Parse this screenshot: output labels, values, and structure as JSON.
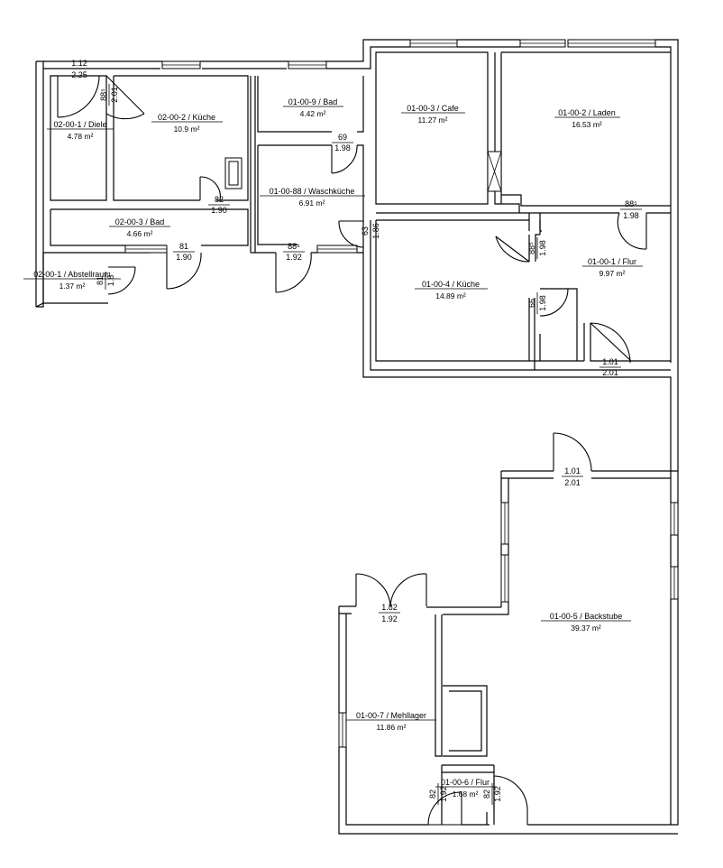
{
  "rooms": [
    {
      "name": "02-00-1 / Diele",
      "area": "4.78 m²"
    },
    {
      "name": "02-00-2 / Küche",
      "area": "10.9 m²"
    },
    {
      "name": "01-00-9 / Bad",
      "area": "4.42 m²"
    },
    {
      "name": "01-00-88 / Waschküche",
      "area": "6.91 m²"
    },
    {
      "name": "02-00-3 / Bad",
      "area": "4.66 m²"
    },
    {
      "name": "02-00-1 / Abstellraum",
      "area": "1.37 m²"
    },
    {
      "name": "01-00-3 / Cafe",
      "area": "11.27 m²"
    },
    {
      "name": "01-00-2 / Laden",
      "area": "16.53 m²"
    },
    {
      "name": "01-00-4 / Küche",
      "area": "14.89 m²"
    },
    {
      "name": "01-00-1 / Flur",
      "area": "9.97 m²"
    },
    {
      "name": "01-00-5 / Backstube",
      "area": "39.37 m²"
    },
    {
      "name": "01-00-7 / Mehllager",
      "area": "11.86 m²"
    },
    {
      "name": "01-00-6 / Flur",
      "area": "1.68 m²"
    }
  ],
  "door_dims": [
    {
      "w": "1.12",
      "h": "2.25"
    },
    {
      "w": "88⁵",
      "h": "2.01"
    },
    {
      "w": "69",
      "h": "1.98"
    },
    {
      "w": "82",
      "h": "1.90"
    },
    {
      "w": "81",
      "h": "1.90"
    },
    {
      "w": "88⁶",
      "h": "1.92"
    },
    {
      "w": "63",
      "h": "1.86"
    },
    {
      "w": "88⁵",
      "h": "1.98"
    },
    {
      "w": "88⁵",
      "h": "1.98"
    },
    {
      "w": "66",
      "h": "1.98"
    },
    {
      "w": "1.01",
      "h": "2.01"
    },
    {
      "w": "1.01",
      "h": "2.01"
    },
    {
      "w": "1.82",
      "h": "1.92"
    },
    {
      "w": "82",
      "h": "1.92"
    },
    {
      "w": "82",
      "h": "1.92"
    },
    {
      "w": "81",
      "h": "1.8"
    }
  ]
}
